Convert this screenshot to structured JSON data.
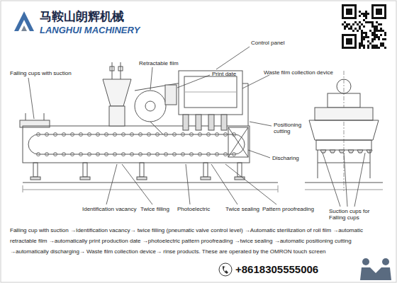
{
  "diagram": {
    "title": "马鞍山朗辉机械",
    "caption": "Falling cup with suction →Identification vacancy→ twice filling (pneumatic valve control level) →Automatic sterilization of roll film →automatic retractable film →automatically print production date →photoelectric pattern proofreading →twice sealing →automatic positioning cutting →automatically discharging→ Waste film collection device→ rinse products. These are operated by the OMRON touch screen",
    "labels": [
      "LANGHUI MACHINERY",
      "Falling cups with suction",
      "Retractable film",
      "Control panel",
      "Print date",
      "Waste film collection device",
      "Positioning cutting",
      "Discharing",
      "Identification vacancy",
      "Twice filling",
      "Photoelectric",
      "Twice sealing",
      "Pattern proofreading",
      "Suction cups for Falling cups",
      "+8618305555006"
    ]
  }
}
